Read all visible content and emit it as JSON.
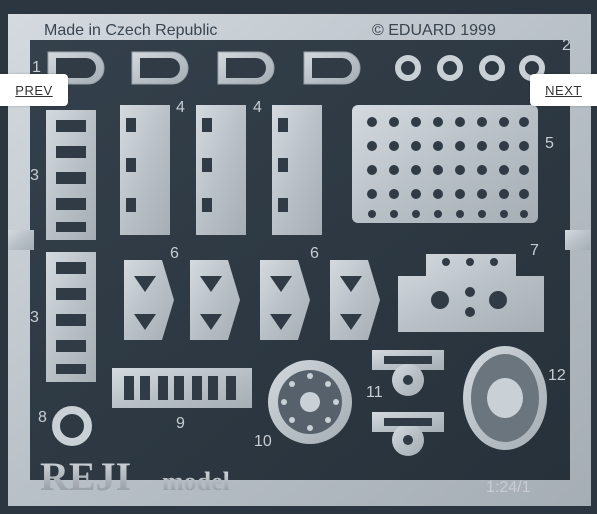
{
  "photo": {
    "top_left_text": "Made in Czech Republic",
    "top_right_text": "© EDUARD 1999",
    "brand_reji": "REJI",
    "brand_model": "model",
    "scale": "1:24/1",
    "part_numbers": [
      "1",
      "2",
      "3",
      "3",
      "4",
      "4",
      "5",
      "6",
      "6",
      "7",
      "8",
      "9",
      "10",
      "11",
      "12"
    ]
  },
  "nav": {
    "prev_label": "PREV",
    "next_label": "NEXT"
  }
}
